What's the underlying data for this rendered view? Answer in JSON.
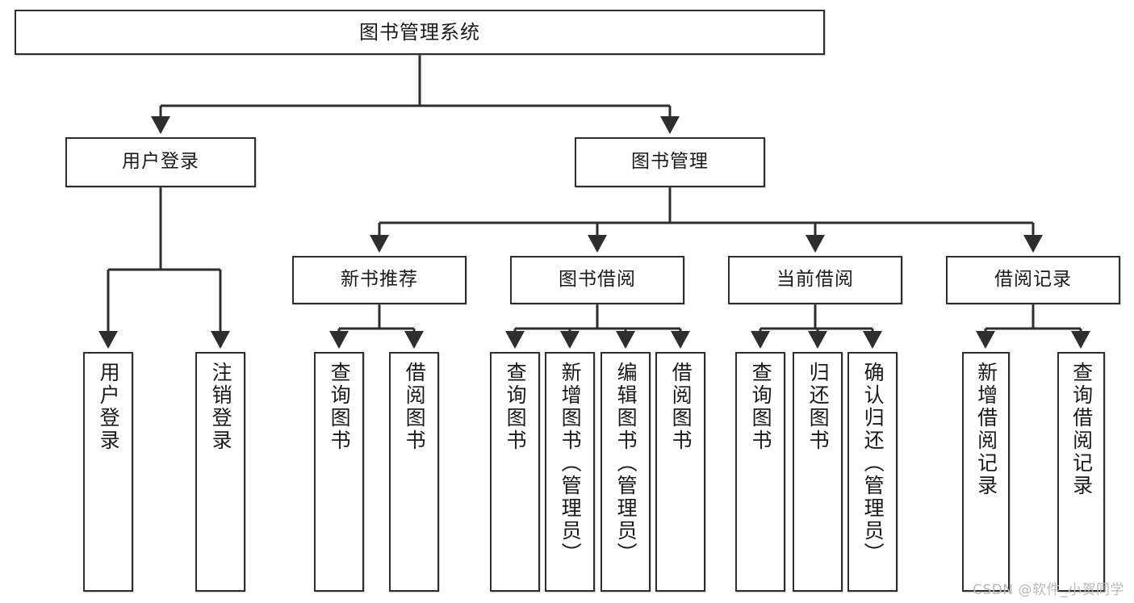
{
  "diagram": {
    "title": "图书管理系统",
    "type": "tree-hierarchy",
    "watermark": "CSDN @软件_小贺同学",
    "colors": {
      "background": "#ffffff",
      "node_border": "#2e2e2e",
      "node_fill": "#ffffff",
      "edge": "#2e2e2e",
      "text": "#1a1a1a",
      "watermark": "#b9b9b9"
    },
    "root": {
      "id": "root",
      "label": "图书管理系统"
    },
    "level2": [
      {
        "id": "user-login",
        "label": "用户登录"
      },
      {
        "id": "book-manage",
        "label": "图书管理"
      }
    ],
    "level3": [
      {
        "id": "new-book-recommend",
        "label": "新书推荐",
        "parent": "book-manage"
      },
      {
        "id": "book-borrow",
        "label": "图书借阅",
        "parent": "book-manage"
      },
      {
        "id": "current-borrow",
        "label": "当前借阅",
        "parent": "book-manage"
      },
      {
        "id": "borrow-record",
        "label": "借阅记录",
        "parent": "book-manage"
      }
    ],
    "leaves": {
      "user_login": [
        {
          "id": "leaf-user-login",
          "label": "用户登录"
        },
        {
          "id": "leaf-user-logout",
          "label": "注销登录"
        }
      ],
      "new_book_recommend": [
        {
          "id": "leaf-query-book-1",
          "label": "查询图书"
        },
        {
          "id": "leaf-borrow-book-1",
          "label": "借阅图书"
        }
      ],
      "book_borrow": [
        {
          "id": "leaf-query-book-2",
          "label": "查询图书"
        },
        {
          "id": "leaf-add-book",
          "label": "新增图书（管理员）"
        },
        {
          "id": "leaf-edit-book",
          "label": "编辑图书（管理员）"
        },
        {
          "id": "leaf-borrow-book-2",
          "label": "借阅图书"
        }
      ],
      "current_borrow": [
        {
          "id": "leaf-query-book-3",
          "label": "查询图书"
        },
        {
          "id": "leaf-return-book",
          "label": "归还图书"
        },
        {
          "id": "leaf-confirm-return",
          "label": "确认归还（管理员）"
        }
      ],
      "borrow_record": [
        {
          "id": "leaf-add-record",
          "label": "新增借阅记录"
        },
        {
          "id": "leaf-query-record",
          "label": "查询借阅记录"
        }
      ]
    }
  }
}
